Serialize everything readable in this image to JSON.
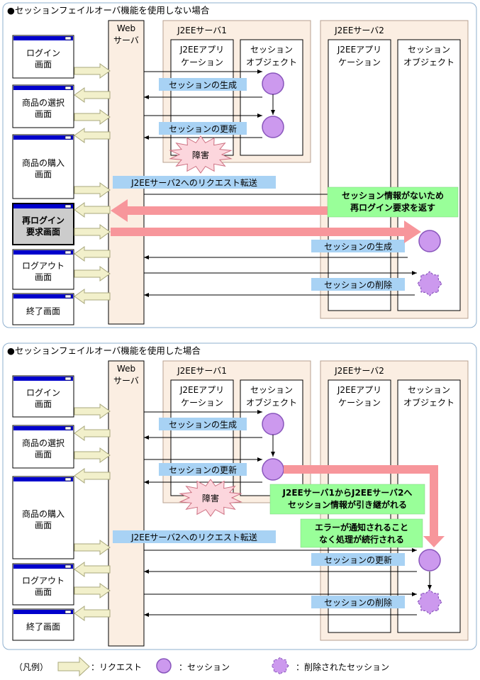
{
  "colors": {
    "panel_border": "#8fb0cf",
    "server_fill": "#fbeee2",
    "server_border": "#b7a090",
    "label_fill": "#a8d2f4",
    "note_fill": "#99ff99",
    "session_fill": "#cc99ee",
    "session_stroke": "#8855bb",
    "pink_arrow": "#f7969b",
    "req_arrow_fill": "#f2f0cb",
    "req_arrow_stroke": "#a9a87c",
    "screen_titlebar": "#0000cc",
    "burst_fill": "#fcd6dd",
    "burst_stroke": "#cc6f80"
  },
  "panels": [
    {
      "title": "●セッションフェイルオーバ機能を使用しない場合",
      "web_server": [
        "Web",
        "サーバ"
      ],
      "server1": "J2EEサーバ1",
      "server2": "J2EEサーバ2",
      "app1": [
        "J2EEアプリ",
        "ケーション"
      ],
      "obj1": [
        "セッション",
        "オブジェクト"
      ],
      "app2": [
        "J2EEアプリ",
        "ケーション"
      ],
      "obj2": [
        "セッション",
        "オブジェクト"
      ],
      "screens": [
        {
          "lines": [
            "ログイン",
            "画面"
          ]
        },
        {
          "lines": [
            "商品の選択",
            "画面"
          ]
        },
        {
          "lines": [
            "商品の購入",
            "画面"
          ]
        },
        {
          "lines": [
            "再ログイン",
            "要求画面"
          ],
          "highlight": true
        },
        {
          "lines": [
            "ログアウト",
            "画面"
          ]
        },
        {
          "lines": [
            "終了画面"
          ]
        }
      ],
      "labels": [
        "セッションの生成",
        "セッションの更新",
        "J2EEサーバ2へのリクエスト転送",
        "セッションの生成",
        "セッションの削除"
      ],
      "failure": "障害",
      "notes": [
        {
          "lines": [
            "セッション情報がないため",
            "再ログイン要求を返す"
          ]
        }
      ]
    },
    {
      "title": "●セッションフェイルオーバ機能を使用した場合",
      "web_server": [
        "Web",
        "サーバ"
      ],
      "server1": "J2EEサーバ1",
      "server2": "J2EEサーバ2",
      "app1": [
        "J2EEアプリ",
        "ケーション"
      ],
      "obj1": [
        "セッション",
        "オブジェクト"
      ],
      "app2": [
        "J2EEアプリ",
        "ケーション"
      ],
      "obj2": [
        "セッション",
        "オブジェクト"
      ],
      "screens": [
        {
          "lines": [
            "ログイン",
            "画面"
          ]
        },
        {
          "lines": [
            "商品の選択",
            "画面"
          ]
        },
        {
          "lines": [
            "商品の購入",
            "画面"
          ]
        },
        {
          "lines": [
            "ログアウト",
            "画面"
          ]
        },
        {
          "lines": [
            "終了画面"
          ]
        }
      ],
      "labels": [
        "セッションの生成",
        "セッションの更新",
        "J2EEサーバ2へのリクエスト転送",
        "セッションの更新",
        "セッションの削除"
      ],
      "failure": "障害",
      "notes": [
        {
          "lines": [
            "J2EEサーバ1からJ2EEサーバ2へ",
            "セッション情報が引き継がれる"
          ]
        },
        {
          "lines": [
            "エラーが通知されること",
            "なく処理が続行される"
          ]
        }
      ]
    }
  ],
  "legend": {
    "open": "（凡例）",
    "request": "：リクエスト",
    "session": "：セッション",
    "deleted": "：削除されたセッション"
  }
}
